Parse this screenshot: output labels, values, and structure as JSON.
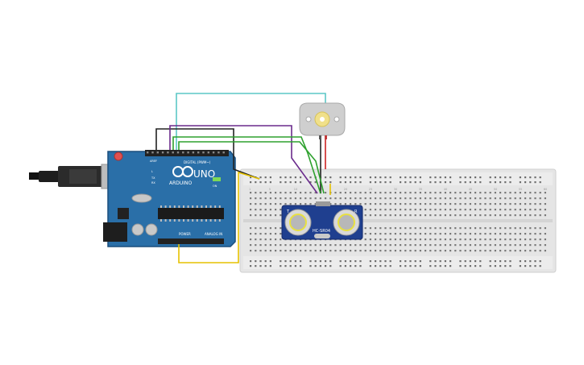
{
  "arduino": {
    "brand": "ARDUINO",
    "model": "UNO",
    "digital_label": "DIGITAL (PWM~)",
    "power_label": "POWER",
    "analog_label": "ANALOG IN",
    "aref_label": "AREF",
    "ioref_label": "IOREF",
    "tx_label": "TX",
    "rx_label": "RX",
    "on_label": "ON",
    "l_label": "L"
  },
  "sensor": {
    "model": "HC-SR04",
    "left_mark": "T",
    "right_mark": "R"
  },
  "breadboard": {
    "column_numbers": [
      "1",
      "5",
      "10",
      "15",
      "20",
      "25",
      "30",
      "35",
      "40",
      "45",
      "50",
      "55",
      "60"
    ],
    "row_letters_top": [
      "j",
      "i",
      "h",
      "g",
      "f"
    ],
    "row_letters_bottom": [
      "e",
      "d",
      "c",
      "b",
      "a"
    ]
  },
  "wires": [
    {
      "name": "wire-cyan",
      "color": "#5bc7c6"
    },
    {
      "name": "wire-black",
      "color": "#222222"
    },
    {
      "name": "wire-purple",
      "color": "#6a2b8c"
    },
    {
      "name": "wire-green",
      "color": "#2ea12e"
    },
    {
      "name": "wire-yellow",
      "color": "#e6c200"
    }
  ],
  "colors": {
    "board": "#2a6fa8",
    "board_dark": "#1b4f7d",
    "sensor_pcb": "#1f3f8f",
    "breadboard": "#e8e8e8",
    "motor": "#cfcfcf"
  }
}
